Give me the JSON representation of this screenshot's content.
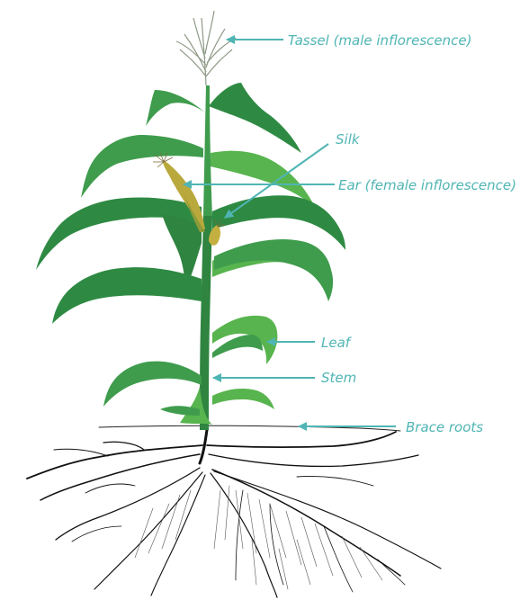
{
  "labels": {
    "tassel": "Tassel (male inflorescence)",
    "silk": "Silk",
    "ear": "Ear (female inflorescence)",
    "leaf": "Leaf",
    "stem": "Stem",
    "brace_roots": "Brace roots"
  },
  "colors": {
    "label": "#4fb5b4",
    "leaf_dark": "#2e8a43",
    "leaf_mid": "#3f9c4d",
    "leaf_light": "#58b44e",
    "stem": "#2f8440",
    "ear": "#b9a93c",
    "tassel": "#8f9a86",
    "root": "#111111"
  }
}
